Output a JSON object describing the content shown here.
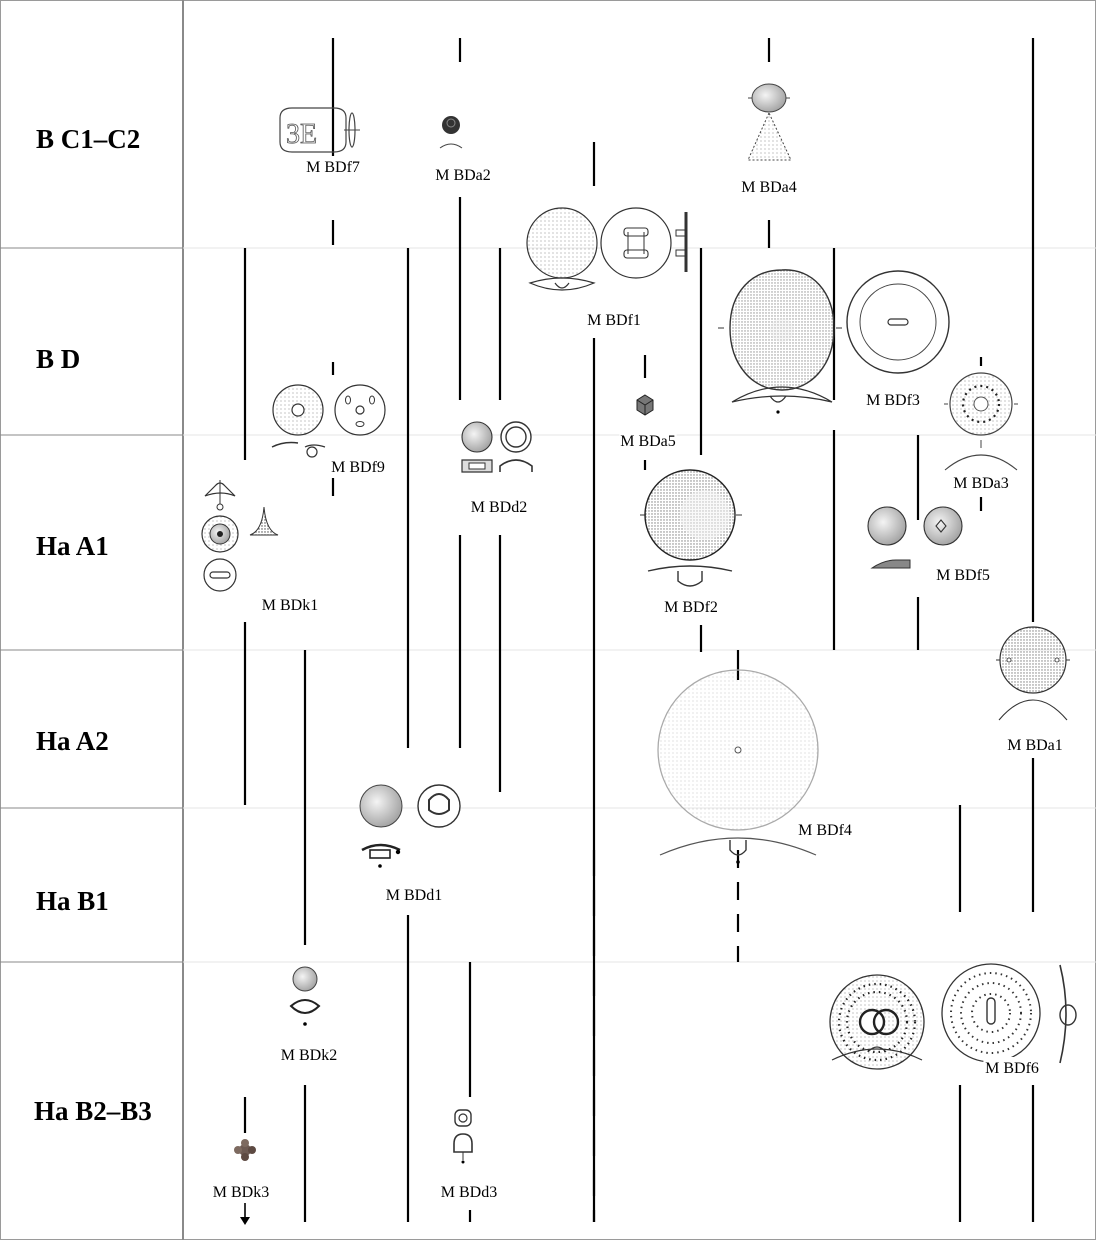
{
  "periods": [
    {
      "id": "bc1c2",
      "label": "B C1–C2"
    },
    {
      "id": "bd",
      "label": "B D"
    },
    {
      "id": "haa1",
      "label": "Ha A1"
    },
    {
      "id": "haa2",
      "label": "Ha A2"
    },
    {
      "id": "hab1",
      "label": "Ha B1"
    },
    {
      "id": "hab2b3",
      "label": "Ha B2–B3"
    }
  ],
  "types": [
    {
      "id": "bdf7",
      "label": "M BDf7"
    },
    {
      "id": "bda2",
      "label": "M BDa2"
    },
    {
      "id": "bda4",
      "label": "M BDa4"
    },
    {
      "id": "bdf1",
      "label": "M BDf1"
    },
    {
      "id": "bdf3",
      "label": "M BDf3"
    },
    {
      "id": "bda5",
      "label": "M BDa5"
    },
    {
      "id": "bdf9",
      "label": "M BDf9"
    },
    {
      "id": "bdd2",
      "label": "M BDd2"
    },
    {
      "id": "bda3",
      "label": "M BDa3"
    },
    {
      "id": "bdk1",
      "label": "M BDk1"
    },
    {
      "id": "bdf2",
      "label": "M BDf2"
    },
    {
      "id": "bdf5",
      "label": "M BDf5"
    },
    {
      "id": "bda1",
      "label": "M BDa1"
    },
    {
      "id": "bdf4",
      "label": "M BDf4"
    },
    {
      "id": "bdd1",
      "label": "M BDd1"
    },
    {
      "id": "bdk2",
      "label": "M BDk2"
    },
    {
      "id": "bdf6",
      "label": "M BDf6"
    },
    {
      "id": "bdd3",
      "label": "M BDd3"
    },
    {
      "id": "bdk3",
      "label": "M BDk3"
    }
  ]
}
